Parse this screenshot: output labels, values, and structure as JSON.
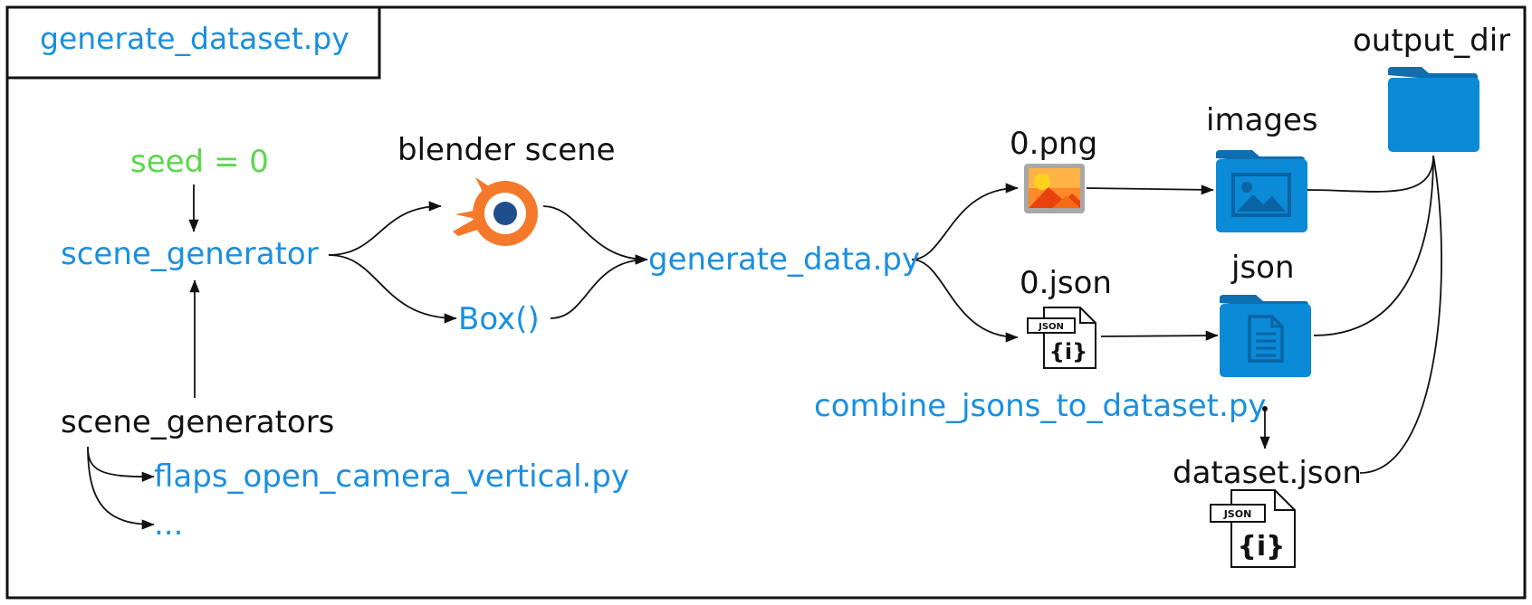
{
  "title": "generate_dataset.py",
  "labels": {
    "seed": "seed = 0",
    "scene_generator": "scene_generator",
    "scene_generators": "scene_generators",
    "flaps_file": "flaps_open_camera_vertical.py",
    "ellipsis": "...",
    "blender_scene": "blender scene",
    "box": "Box()",
    "generate_data": "generate_data.py",
    "png_file": "0.png",
    "json_file": "0.json",
    "images_folder": "images",
    "json_folder": "json",
    "output_dir": "output_dir",
    "combine_script": "combine_jsons_to_dataset.py",
    "dataset_json": "dataset.json",
    "json_badge": "JSON",
    "json_glyph": "{i}"
  },
  "colors": {
    "script": "#1a8fe0",
    "plain": "#111111",
    "seed": "#5ad84a",
    "folder": "#0b8ad8",
    "blender_orange": "#f5792a",
    "blender_blue": "#1f4e8c"
  },
  "icons": {
    "blender": "blender-logo-icon",
    "png": "image-file-icon",
    "json": "json-file-icon",
    "images_folder": "image-folder-icon",
    "json_folder": "document-folder-icon",
    "output_folder": "folder-icon"
  }
}
